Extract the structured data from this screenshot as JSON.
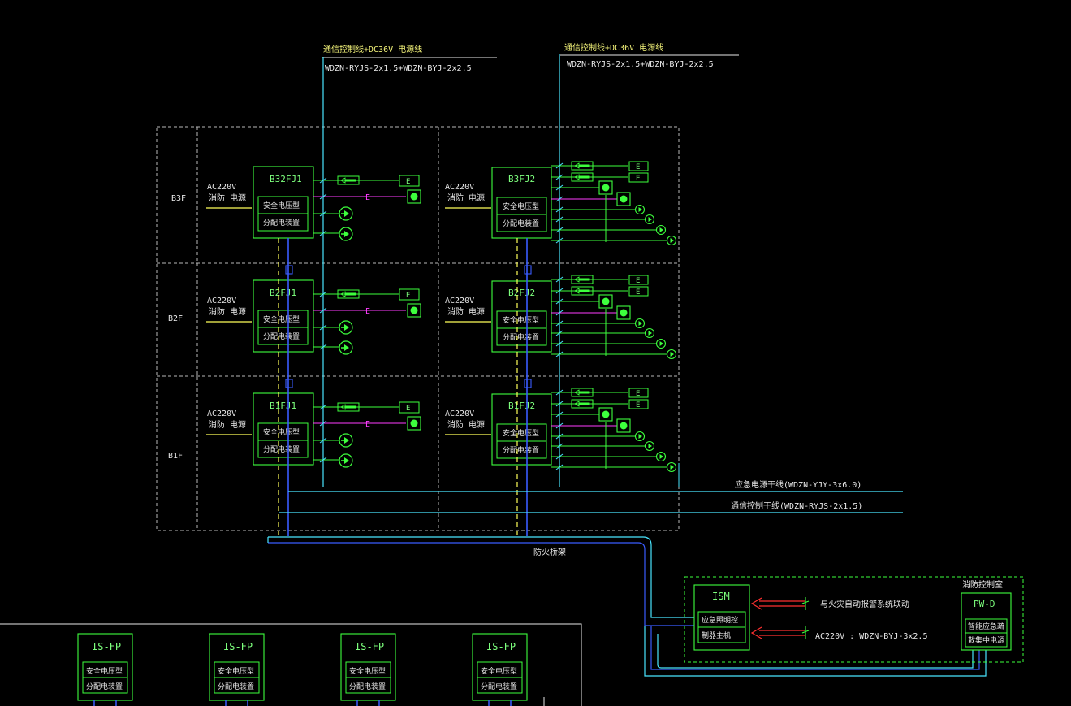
{
  "top_cable_1": {
    "title": "通信控制线+DC36V 电源线",
    "spec": "WDZN-RYJS-2x1.5+WDZN-BYJ-2x2.5"
  },
  "top_cable_2": {
    "title": "通信控制线+DC36V 电源线",
    "spec": "WDZN-RYJS-2x1.5+WDZN-BYJ-2x2.5"
  },
  "floors": [
    {
      "label": "B3F",
      "cab1": "B32FJ1",
      "cab2": "B3FJ2"
    },
    {
      "label": "B2F",
      "cab1": "B2FJ1",
      "cab2": "B2FJ2"
    },
    {
      "label": "B1F",
      "cab1": "B1FJ1",
      "cab2": "B1FJ2"
    }
  ],
  "power_label": {
    "line1": "AC220V",
    "line2": "消防 电源"
  },
  "cab_slot_1": "安全电压型",
  "cab_slot_2": "分配电装置",
  "exit_sign": "E",
  "trunk_power": "应急电源干线(WDZN-YJY-3x6.0)",
  "trunk_comm": "通信控制干线(WDZN-RYJS-2x1.5)",
  "tray_label": "防火桥架",
  "control_room": {
    "title": "消防控制室",
    "ism": {
      "name": "ISM",
      "row1": "应急照明控",
      "row2": "制器主机"
    },
    "pwd": {
      "name": "PW-D",
      "row1": "智能应急疏",
      "row2": "散集中电源"
    },
    "link_text": "与火灾自动报警系统联动",
    "supply_text": "AC220V   :  WDZN-BYJ-3x2.5"
  },
  "isfp": [
    {
      "name": "IS-FP",
      "row1": "安全电压型",
      "row2": "分配电装置"
    },
    {
      "name": "IS-FP",
      "row1": "安全电压型",
      "row2": "分配电装置"
    },
    {
      "name": "IS-FP",
      "row1": "安全电压型",
      "row2": "分配电装置"
    },
    {
      "name": "IS-FP",
      "row1": "安全电压型",
      "row2": "分配电装置"
    }
  ],
  "colors": {
    "green": "#3dff3d",
    "cyan": "#49e6ff",
    "blue": "#3a5cff",
    "magenta": "#ff3dff",
    "yellow": "#ffff5a",
    "red": "#ff3030",
    "white": "#e8e8e8"
  }
}
